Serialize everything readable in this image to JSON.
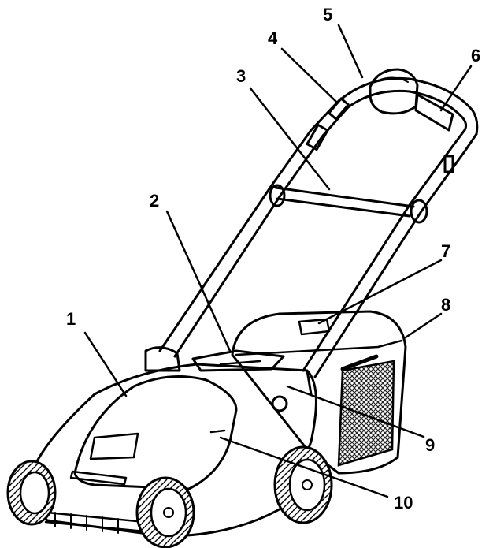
{
  "diagram": {
    "callouts": [
      {
        "id": "c1",
        "label": "1"
      },
      {
        "id": "c2",
        "label": "2"
      },
      {
        "id": "c3",
        "label": "3"
      },
      {
        "id": "c4",
        "label": "4"
      },
      {
        "id": "c5",
        "label": "5"
      },
      {
        "id": "c6",
        "label": "6"
      },
      {
        "id": "c7",
        "label": "7"
      },
      {
        "id": "c8",
        "label": "8"
      },
      {
        "id": "c9",
        "label": "9"
      },
      {
        "id": "c10",
        "label": "10"
      }
    ]
  },
  "colors": {
    "ink": "#000000",
    "background": "#ffffff",
    "mesh": "#333333"
  }
}
